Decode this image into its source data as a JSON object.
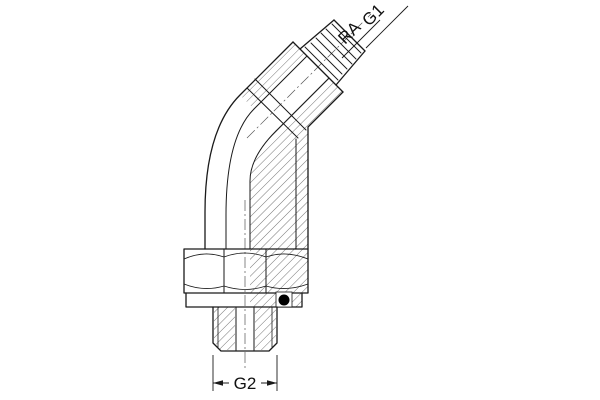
{
  "drawing": {
    "labels": {
      "g1": "G1",
      "ra": "RA",
      "g2": "G2"
    },
    "colors": {
      "line": "#1a1a1a",
      "hatch": "#3a3a3a",
      "background": "#ffffff",
      "o_ring": "#000000"
    }
  }
}
